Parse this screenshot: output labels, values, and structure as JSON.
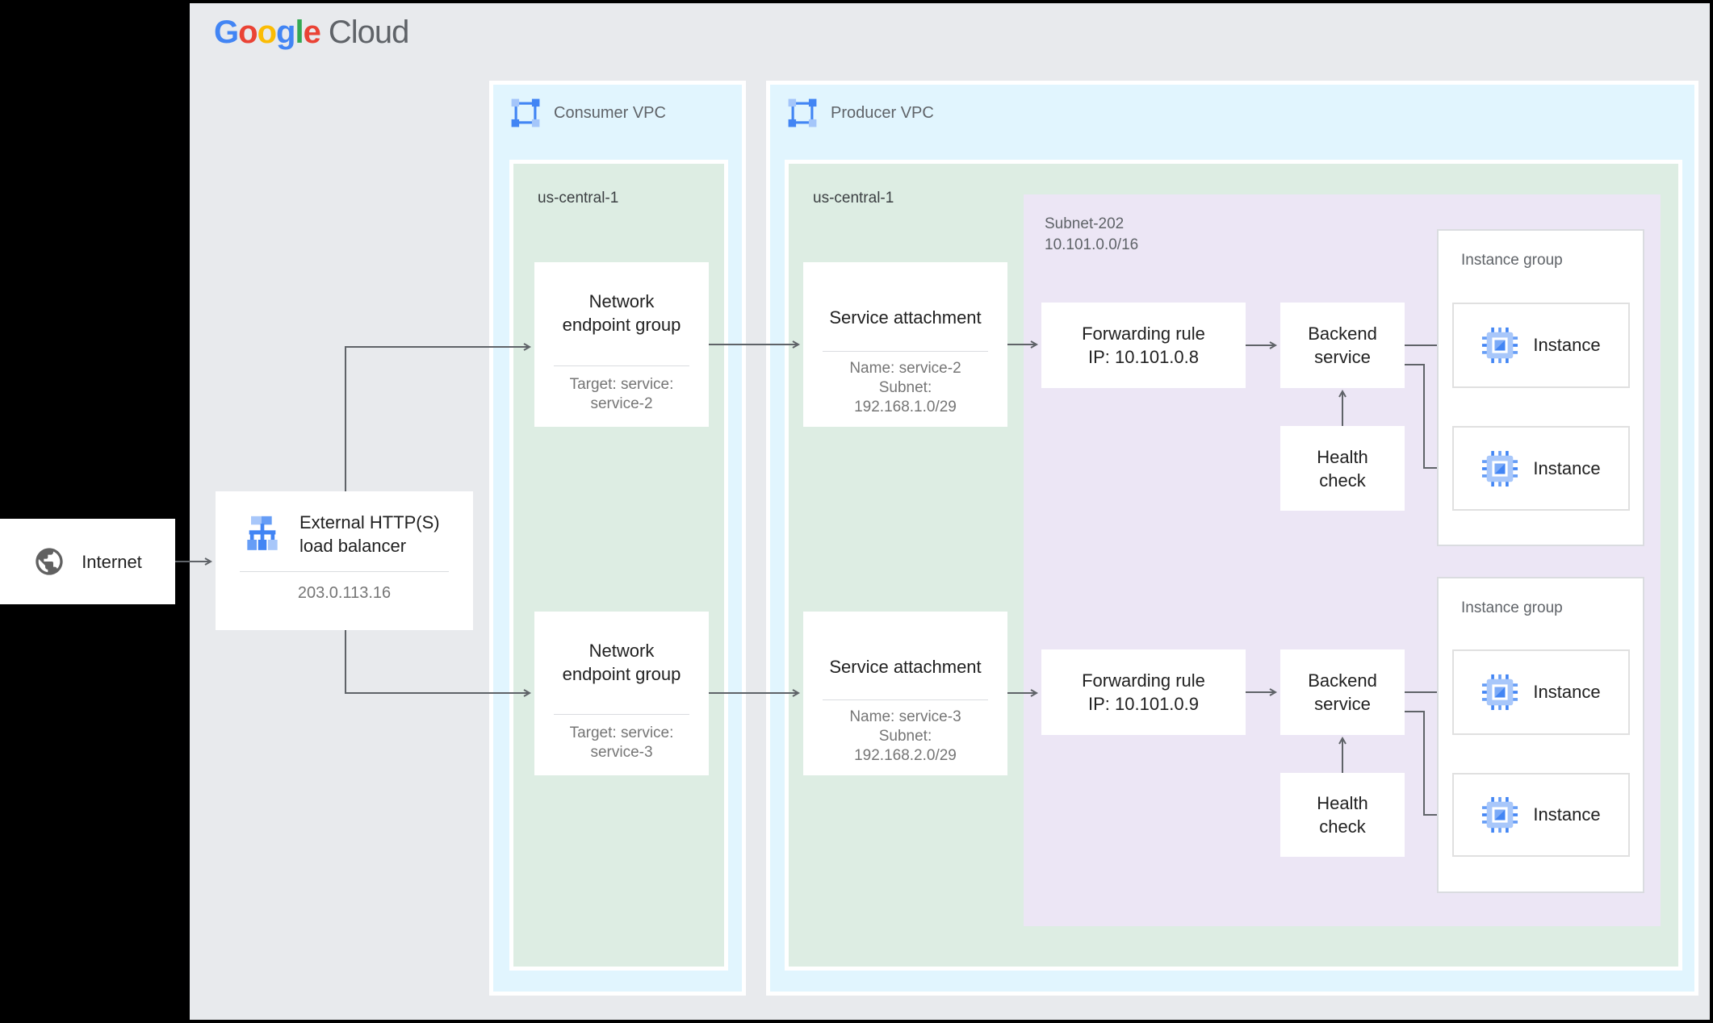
{
  "header": {
    "logo_letters": [
      {
        "ch": "G",
        "color": "#4285F4"
      },
      {
        "ch": "o",
        "color": "#EA4335"
      },
      {
        "ch": "o",
        "color": "#FBBC05"
      },
      {
        "ch": "g",
        "color": "#4285F4"
      },
      {
        "ch": "l",
        "color": "#34A853"
      },
      {
        "ch": "e",
        "color": "#EA4335"
      }
    ],
    "logo_suffix": "Cloud"
  },
  "internet": {
    "label": "Internet"
  },
  "load_balancer": {
    "title": "External HTTP(S)\nload balancer",
    "ip": "203.0.113.16"
  },
  "consumer_vpc": {
    "label": "Consumer VPC",
    "region": "us-central-1"
  },
  "producer_vpc": {
    "label": "Producer VPC",
    "region": "us-central-1",
    "subnet": {
      "label": "Subnet-202\n10.101.0.0/16",
      "name": "Subnet-202",
      "cidr": "10.101.0.0/16"
    }
  },
  "pipelines": [
    {
      "neg": {
        "title": "Network\nendpoint group",
        "target": "Target: service:\nservice-2"
      },
      "service_attachment": {
        "title": "Service attachment",
        "details": "Name: service-2\nSubnet:\n192.168.1.0/29"
      },
      "forwarding_rule": {
        "title": "Forwarding rule",
        "ip": "IP: 10.101.0.8"
      },
      "backend_service": "Backend\nservice",
      "health_check": "Health\ncheck",
      "instance_group": {
        "label": "Instance group",
        "instances": [
          "Instance",
          "Instance"
        ]
      }
    },
    {
      "neg": {
        "title": "Network\nendpoint group",
        "target": "Target: service:\nservice-3"
      },
      "service_attachment": {
        "title": "Service attachment",
        "details": "Name: service-3\nSubnet:\n192.168.2.0/29"
      },
      "forwarding_rule": {
        "title": "Forwarding rule",
        "ip": "IP: 10.101.0.9"
      },
      "backend_service": "Backend\nservice",
      "health_check": "Health\ncheck",
      "instance_group": {
        "label": "Instance group",
        "instances": [
          "Instance",
          "Instance"
        ]
      }
    }
  ],
  "colors": {
    "accent_blue": "#4285F4",
    "canvas": "#E8EAED",
    "vpc_fill": "#E1F5FE",
    "region_fill": "#DDEDE3",
    "subnet_fill": "#ECE6F5",
    "line_gray": "#5F6368"
  }
}
